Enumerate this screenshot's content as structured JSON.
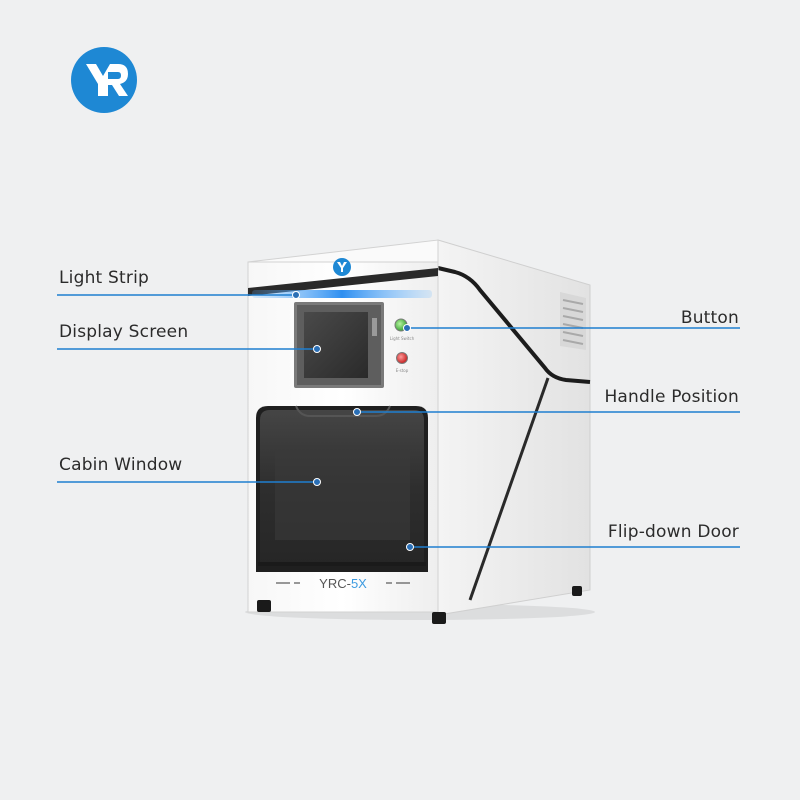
{
  "brand": {
    "logo_text": "YR",
    "logo_color": "#1e88d4"
  },
  "machine": {
    "model_prefix": "YRC-",
    "model_suffix": "5X",
    "model_accent_color": "#3d9be0",
    "button_green_label": "Light Switch",
    "button_red_label": "E-stop"
  },
  "callouts": {
    "light_strip": "Light Strip",
    "display_screen": "Display Screen",
    "cabin_window": "Cabin Window",
    "button": "Button",
    "handle_position": "Handle Position",
    "flip_down_door": "Flip-down Door"
  },
  "colors": {
    "callout_line": "#1f7fd0",
    "callout_dot": "#2a6fb6",
    "background": "#eff0f1",
    "light_strip_glow": "#2f8ff0"
  }
}
